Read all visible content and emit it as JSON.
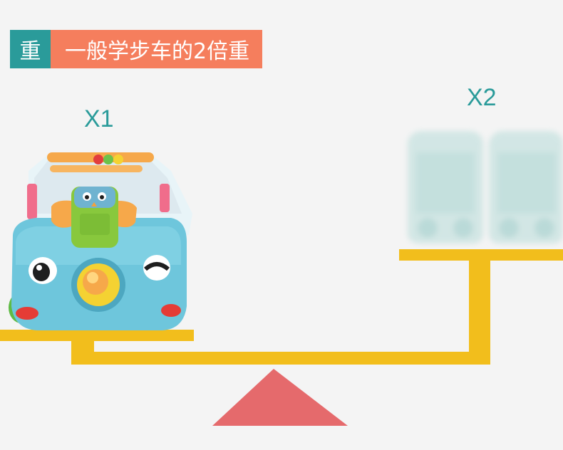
{
  "title": {
    "badge": "重",
    "text": "一般学步车的2倍重"
  },
  "left_label": "X1",
  "right_label": "X2",
  "colors": {
    "badge": "#2a9b9a",
    "banner": "#f57e5d",
    "beam": "#f2be1c",
    "fulcrum": "#e56a6c",
    "label": "#2a9b9a",
    "toy_body": "#6ec6dc"
  },
  "illustration": {
    "left_object": "baby-walker-toy-car",
    "right_object": "two-blurred-baby-walkers"
  }
}
